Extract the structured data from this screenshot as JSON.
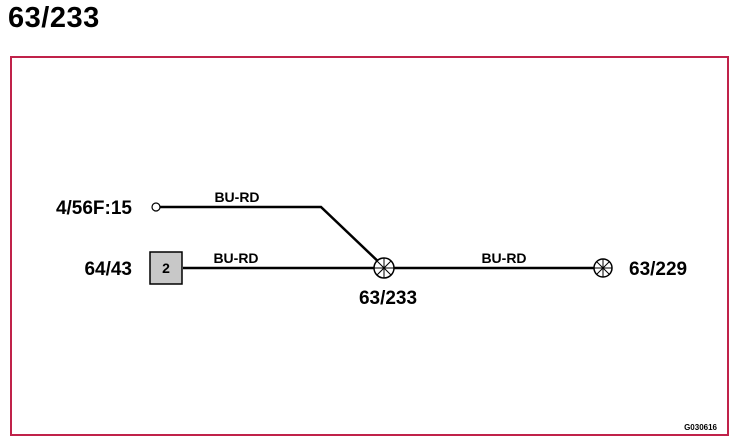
{
  "title": "63/233",
  "connectors": {
    "left_top": "4/56F:15",
    "left_box_label": "64/43",
    "box_number": "2",
    "junction": "63/233",
    "right": "63/229"
  },
  "wires": {
    "top": "BU-RD",
    "bottom_left": "BU-RD",
    "right": "BU-RD"
  },
  "figure_code": "G030616",
  "colors": {
    "frame": "#c0224a",
    "wire": "#000000",
    "box_fill": "#c8c8c8"
  }
}
